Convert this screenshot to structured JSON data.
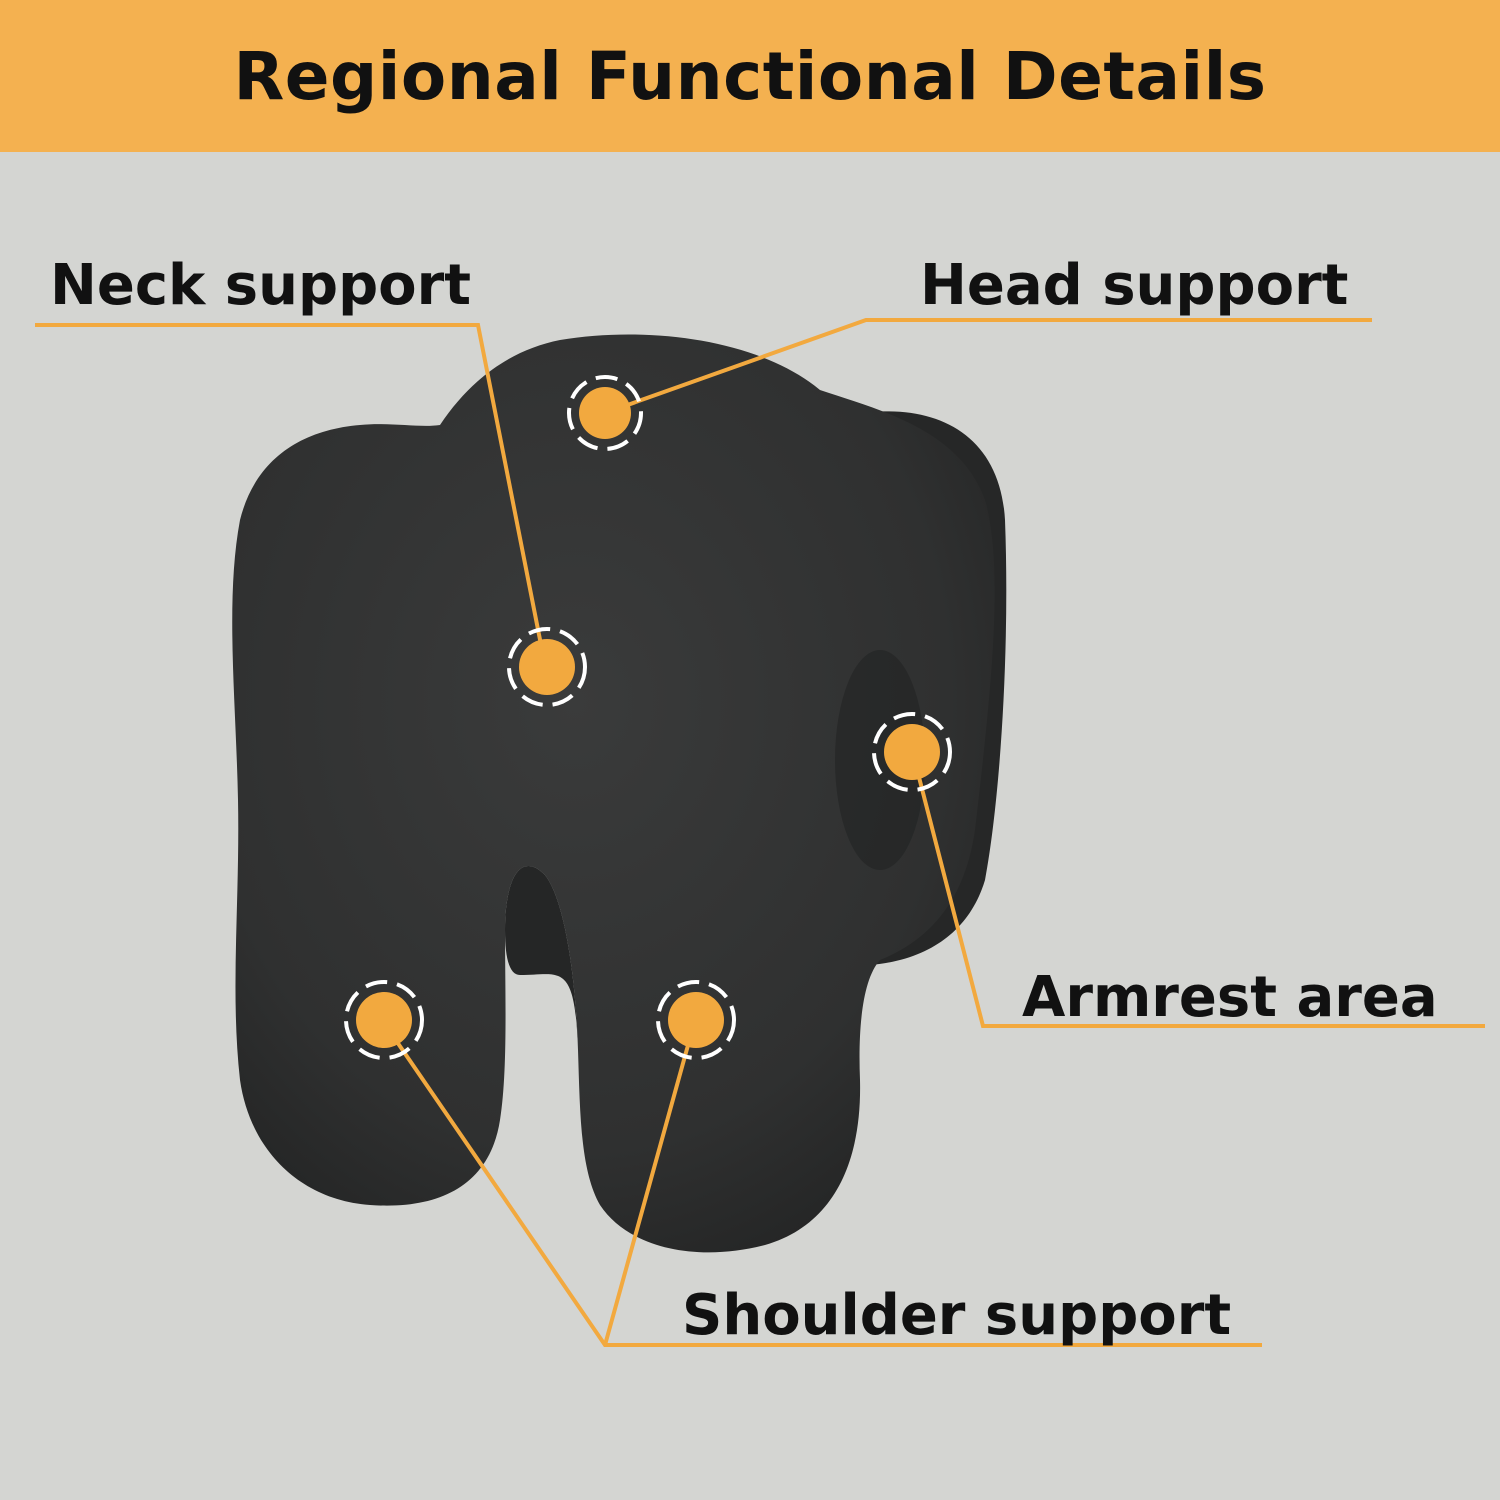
{
  "header": {
    "title": "Regional Functional Details"
  },
  "callouts": {
    "neck": "Neck support",
    "head": "Head support",
    "armrest": "Armrest area",
    "shoulder": "Shoulder support"
  },
  "colors": {
    "banner": "#f4b150",
    "accent": "#f2a93f",
    "background": "#d4d5d2",
    "pillow": "#2f3030",
    "text": "#111111"
  }
}
